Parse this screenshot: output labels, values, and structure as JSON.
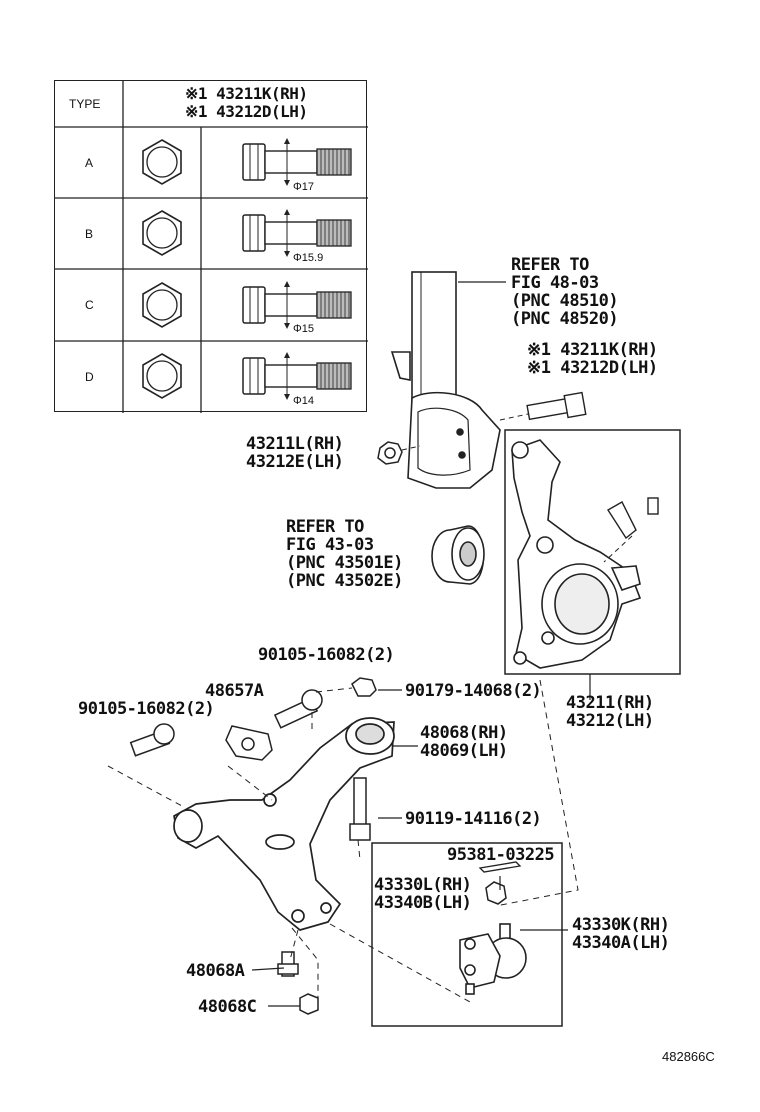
{
  "table": {
    "header_type": "TYPE",
    "header_part_rh": "※1 43211K(RH)",
    "header_part_lh": "※1 43212D(LH)",
    "rows": [
      {
        "type": "A",
        "diameter": "Φ17"
      },
      {
        "type": "B",
        "diameter": "Φ15.9"
      },
      {
        "type": "C",
        "diameter": "Φ15"
      },
      {
        "type": "D",
        "diameter": "Φ14"
      }
    ]
  },
  "labels": {
    "refer_strut_1": "REFER TO",
    "refer_strut_2": "FIG 48-03",
    "refer_strut_3": "(PNC 48510)",
    "refer_strut_4": "(PNC 48520)",
    "bolt_rh": "※1 43211K(RH)",
    "bolt_lh": "※1 43212D(LH)",
    "nut_rh": "43211L(RH)",
    "nut_lh": "43212E(LH)",
    "refer_bearing_1": "REFER TO",
    "refer_bearing_2": "FIG 43-03",
    "refer_bearing_3": "(PNC 43501E)",
    "refer_bearing_4": "(PNC 43502E)",
    "bolt_90105_a": "90105-16082(2)",
    "bracket_48657a": "48657A",
    "nut_90179": "90179-14068(2)",
    "bolt_90105_b": "90105-16082(2)",
    "knuckle_rh": "43211(RH)",
    "knuckle_lh": "43212(LH)",
    "arm_rh": "48068(RH)",
    "arm_lh": "48069(LH)",
    "bolt_90119": "90119-14116(2)",
    "pin_95381": "95381-03225",
    "balljoint_nut_rh": "43330L(RH)",
    "balljoint_nut_lh": "43340B(LH)",
    "balljoint_rh": "43330K(RH)",
    "balljoint_lh": "43340A(LH)",
    "bushing_48068a": "48068A",
    "nut_48068c": "48068C",
    "diagram_code": "482866C"
  }
}
